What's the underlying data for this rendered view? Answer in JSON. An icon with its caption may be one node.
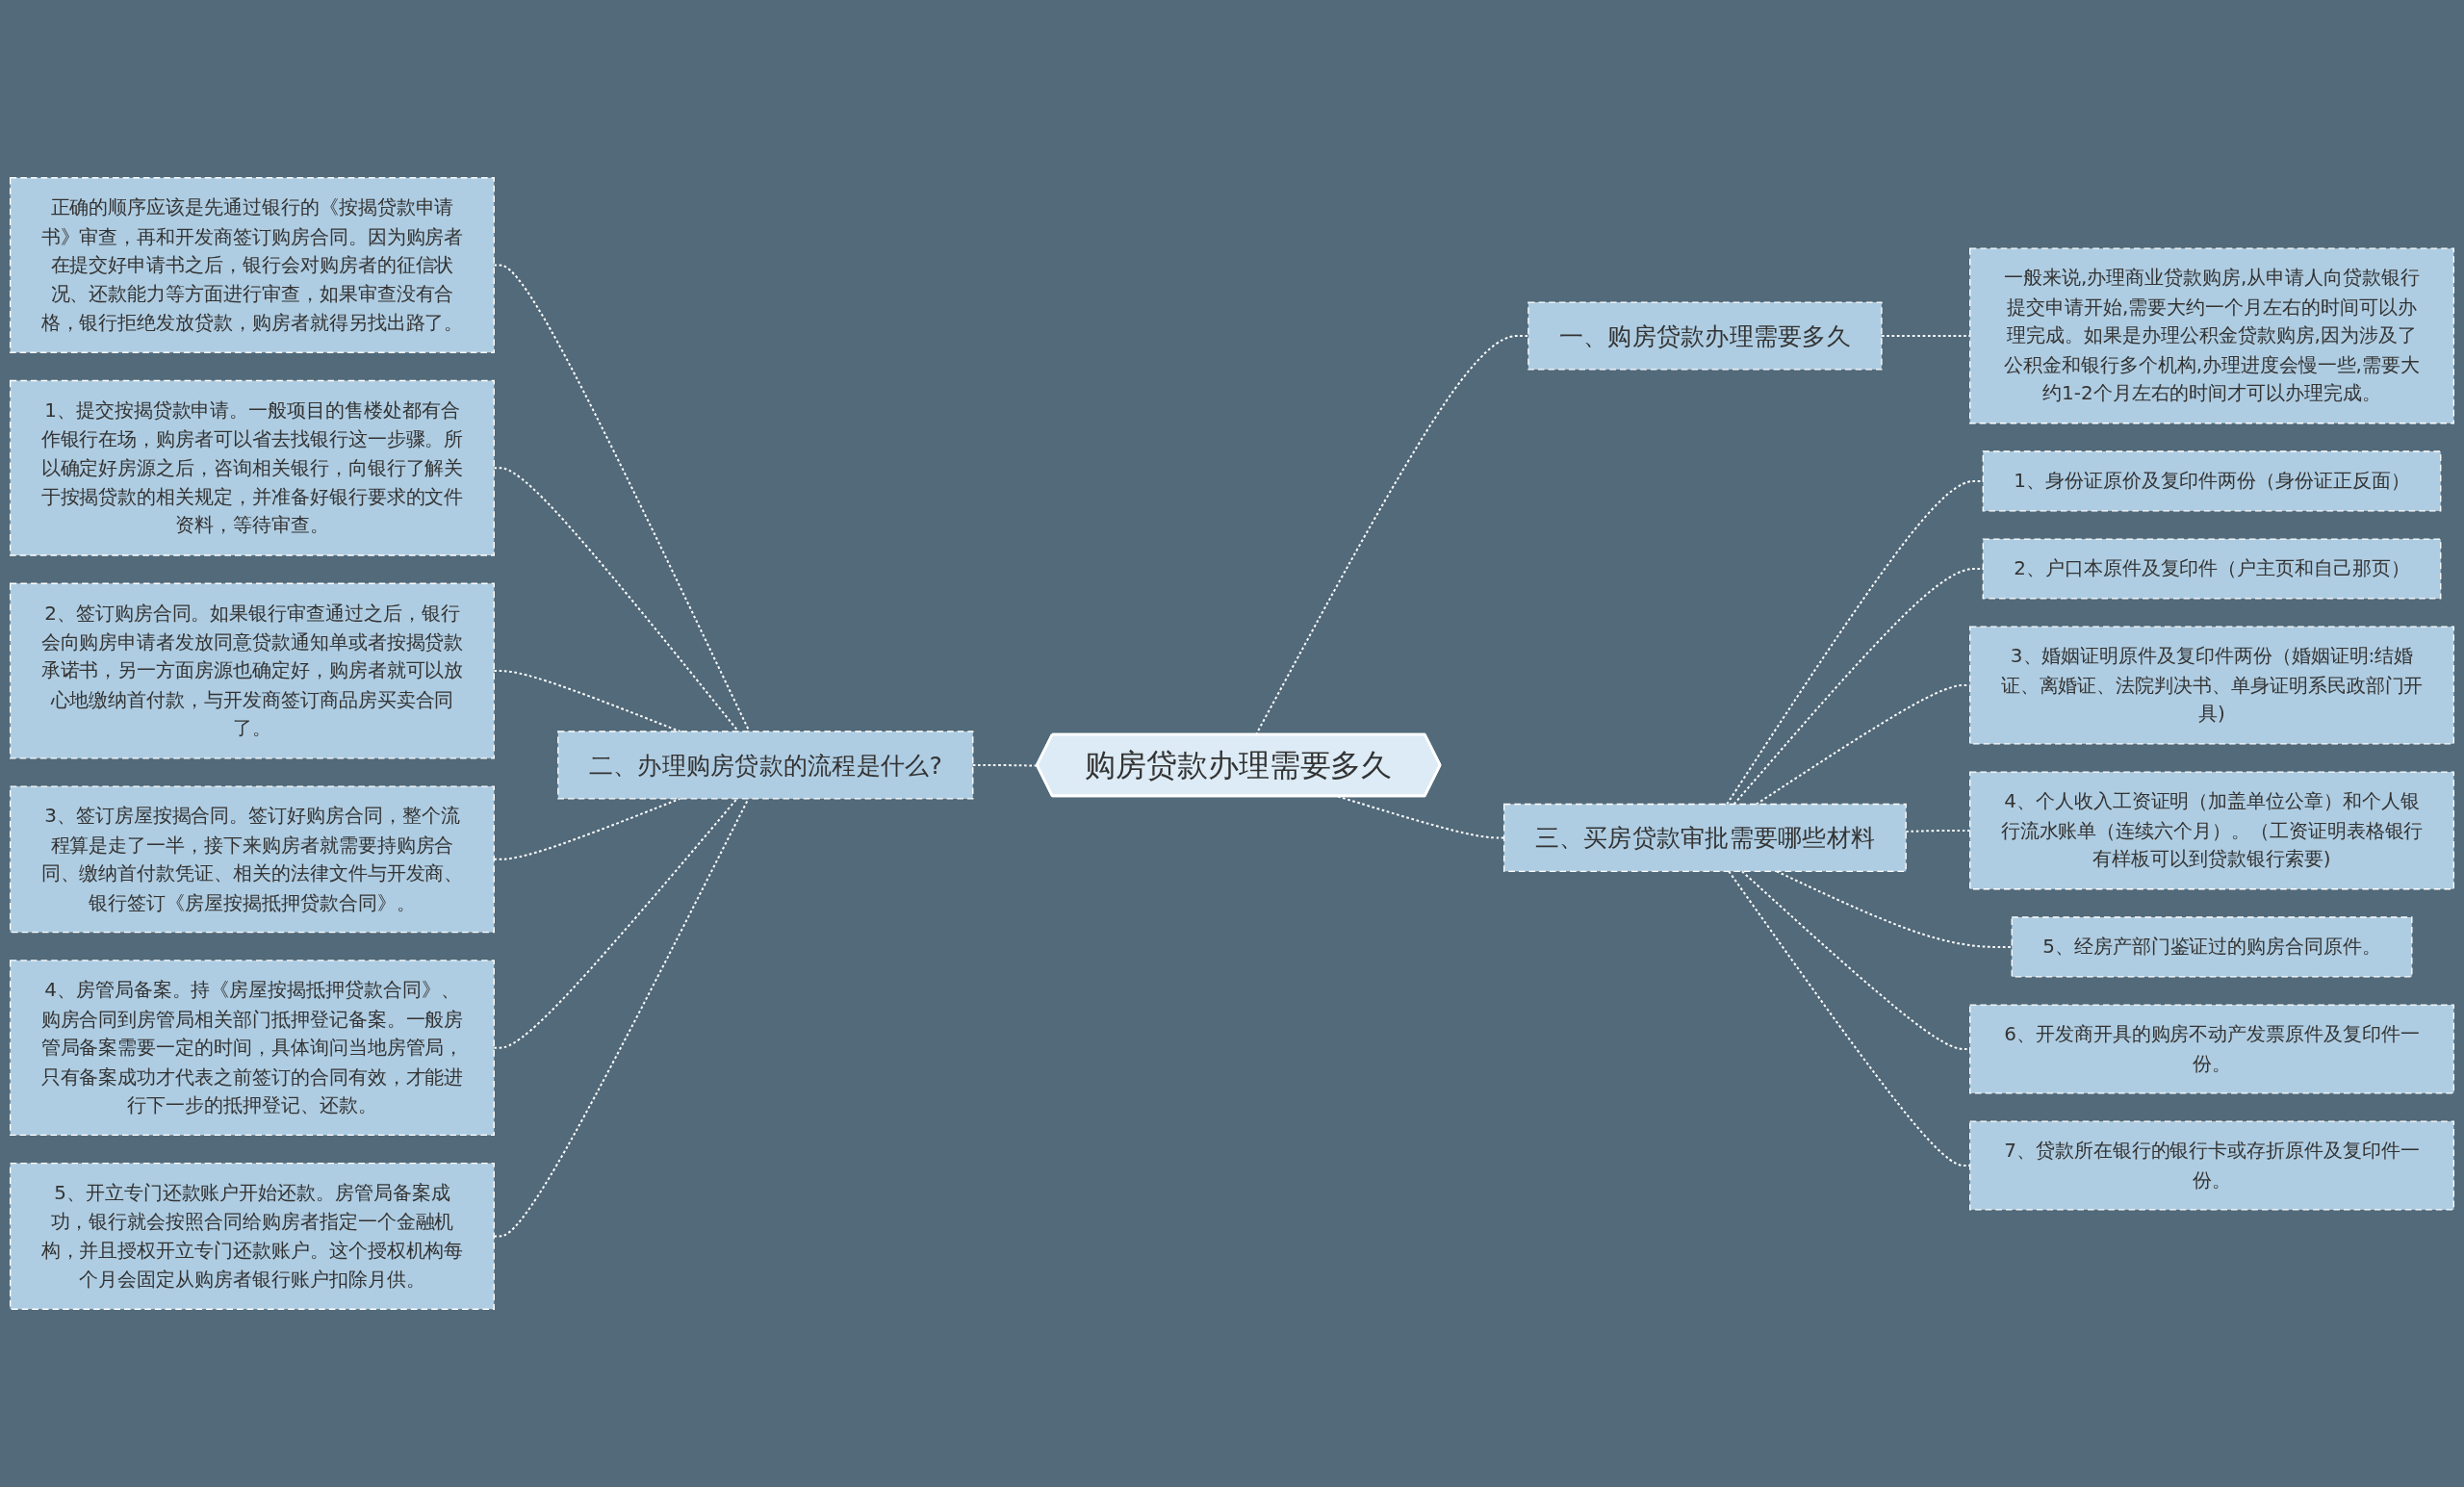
{
  "diagram": {
    "nodes": [
      {
        "text": [
          "购房贷款办理需要多久"
        ]
      },
      {
        "text": [
          "一、购房贷款办理需要多久"
        ]
      },
      {
        "text": [
          "一般来说,办理商业贷款购房,从申请人向贷款银行提交申请开始,需要大约一个月左右的时间可以办理完成。如果是办理公积金贷款购房,因为涉及了公积金和银行多个机构,办理进度会慢一些,需要大约1-2个月左右的时间才可以办理完成。"
        ]
      },
      {
        "text": [
          "二、办理购房贷款的流程是什么?"
        ]
      },
      {
        "text": [
          "正确的顺序应该是先通过银行的《按揭贷款申请书》审查，再和开发商签订购房合同。因为购房者在提交好申请书之后，银行会对购房者的征信状况、还款能力等方面进行审查，如果审查没有合格，银行拒绝发放贷款，购房者就得另找出路了。"
        ]
      },
      {
        "text": [
          "1、提交按揭贷款申请。一般项目的售楼处都有合作银行在场，购房者可以省去找银行这一步骤。所以确定好房源之后，咨询相关银行，向银行了解关于按揭贷款的相关规定，并准备好银行要求的文件资料，等待审查。"
        ]
      },
      {
        "text": [
          "2、签订购房合同。如果银行审查通过之后，银行会向购房申请者发放同意贷款通知单或者按揭贷款承诺书，另一方面房源也确定好，购房者就可以放心地缴纳首付款，与开发商签订商品房买卖合同了。"
        ]
      },
      {
        "text": [
          "3、签订房屋按揭合同。签订好购房合同，整个流程算是走了一半，接下来购房者就需要持购房合同、缴纳首付款凭证、相关的法律文件与开发商、银行签订《房屋按揭抵押贷款合同》。"
        ]
      },
      {
        "text": [
          "4、房管局备案。持《房屋按揭抵押贷款合同》、购房合同到房管局相关部门抵押登记备案。一般房管局备案需要一定的时间，具体询问当地房管局，只有备案成功才代表之前签订的合同有效，才能进行下一步的抵押登记、还款。"
        ]
      },
      {
        "text": [
          "5、开立专门还款账户开始还款。房管局备案成功，银行就会按照合同给购房者指定一个金融机构，并且授权开立专门还款账户。这个授权机构每个月会固定从购房者银行账户扣除月供。"
        ]
      },
      {
        "text": [
          "三、买房贷款审批需要哪些材料"
        ]
      },
      {
        "text": [
          "1、身份证原价及复印件两份（身份证正反面）"
        ]
      },
      {
        "text": [
          "2、户口本原件及复印件（户主页和自己那页）"
        ]
      },
      {
        "text": [
          "3、婚姻证明原件及复印件两份（婚姻证明:结婚证、离婚证、法院判决书、单身证明系民政部门开具)"
        ]
      },
      {
        "text": [
          "4、个人收入工资证明（加盖单位公章）和个人银行流水账单（连续六个月）。（工资证明表格银行有样板可以到贷款银行索要)"
        ]
      },
      {
        "text": [
          "5、经房产部门鉴证过的购房合同原件。"
        ]
      },
      {
        "text": [
          "6、开发商开具的购房不动产发票原件及复印件一份。"
        ]
      },
      {
        "text": [
          "7、贷款所在银行的银行卡或存折原件及复印件一份。"
        ]
      }
    ],
    "edges": [
      {
        "from": 0,
        "to": 1,
        "arrow": "none",
        "style": "dashed"
      },
      {
        "from": 1,
        "to": 2,
        "arrow": "none",
        "style": "dashed"
      },
      {
        "from": 3,
        "to": 0,
        "arrow": "none",
        "style": "dashed"
      },
      {
        "from": 4,
        "to": 3,
        "arrow": "none",
        "style": "dashed"
      },
      {
        "from": 5,
        "to": 3,
        "arrow": "none",
        "style": "dashed"
      },
      {
        "from": 6,
        "to": 3,
        "arrow": "none",
        "style": "dashed"
      },
      {
        "from": 7,
        "to": 3,
        "arrow": "none",
        "style": "dashed"
      },
      {
        "from": 8,
        "to": 3,
        "arrow": "none",
        "style": "dashed"
      },
      {
        "from": 9,
        "to": 3,
        "arrow": "none",
        "style": "dashed"
      },
      {
        "from": 0,
        "to": 10,
        "arrow": "none",
        "style": "dashed"
      },
      {
        "from": 10,
        "to": 11,
        "arrow": "none",
        "style": "dashed"
      },
      {
        "from": 10,
        "to": 12,
        "arrow": "none",
        "style": "dashed"
      },
      {
        "from": 10,
        "to": 13,
        "arrow": "none",
        "style": "dashed"
      },
      {
        "from": 10,
        "to": 14,
        "arrow": "none",
        "style": "dashed"
      },
      {
        "from": 10,
        "to": 15,
        "arrow": "none",
        "style": "dashed"
      },
      {
        "from": 10,
        "to": 16,
        "arrow": "none",
        "style": "dashed"
      },
      {
        "from": 10,
        "to": 17,
        "arrow": "none",
        "style": "dashed"
      }
    ]
  }
}
